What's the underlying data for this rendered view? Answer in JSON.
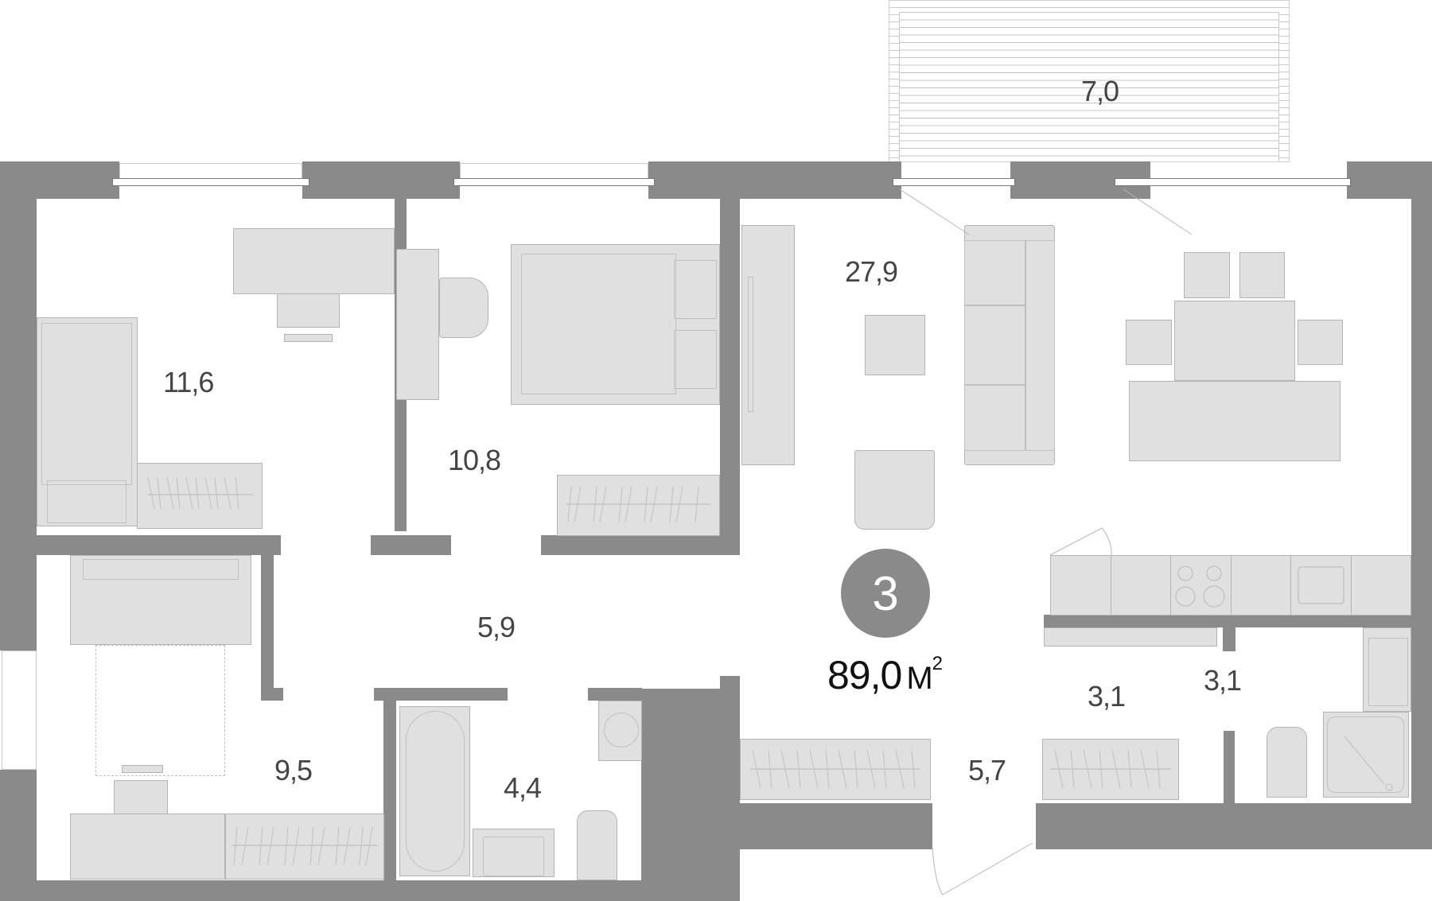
{
  "plan": {
    "rooms_count_badge": "3",
    "total_area": {
      "value": "89,0",
      "unit": "М",
      "unit_power": "2"
    },
    "rooms": [
      {
        "id": "balcony",
        "area": "7,0"
      },
      {
        "id": "bedroom-1",
        "area": "11,6"
      },
      {
        "id": "bedroom-2",
        "area": "10,8"
      },
      {
        "id": "living-kitchen",
        "area": "27,9"
      },
      {
        "id": "hallway",
        "area": "5,9"
      },
      {
        "id": "bedroom-3",
        "area": "9,5"
      },
      {
        "id": "bathroom",
        "area": "4,4"
      },
      {
        "id": "entrance-hall",
        "area": "5,7"
      },
      {
        "id": "wardrobe-corridor",
        "area": "3,1"
      },
      {
        "id": "shower-room",
        "area": "3,1"
      }
    ],
    "colors": {
      "wall": "#8a8a8a",
      "furniture_fill": "#e0e0e0",
      "furniture_stroke": "#b4b4b4",
      "label_text": "#444444",
      "total_text": "#111111",
      "badge_fill": "#8a8a8a",
      "badge_text": "#ffffff"
    }
  }
}
